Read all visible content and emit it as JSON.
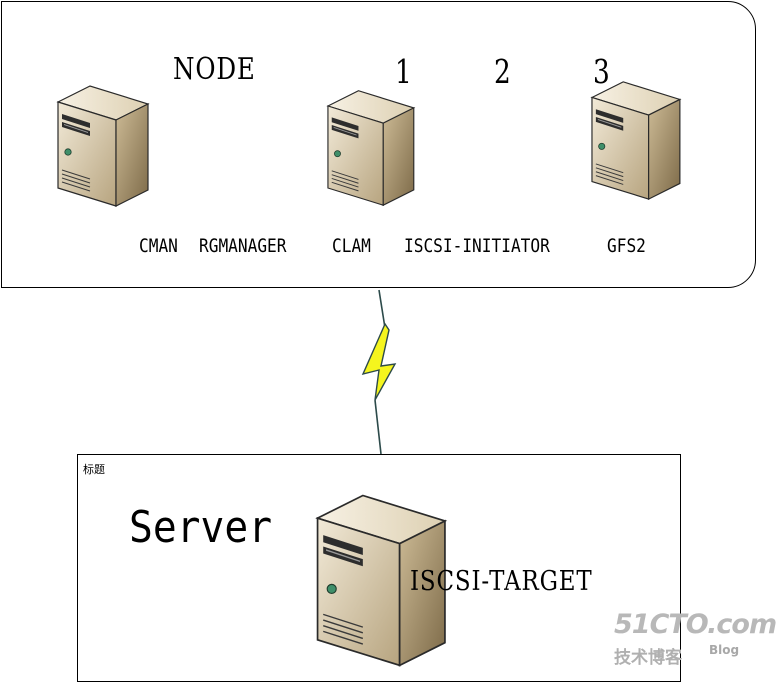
{
  "node_group": {
    "title": "NODE",
    "numbers": [
      "1",
      "2",
      "3"
    ],
    "components": [
      "CMAN",
      "RGMANAGER",
      "CLAM",
      "ISCSI-INITIATOR",
      "GFS2"
    ]
  },
  "server_group": {
    "caption": "标题",
    "title": "Server",
    "target_label": "ISCSI-TARGET"
  },
  "watermark": {
    "site": "51CTO.com",
    "subtitle": "技术博客",
    "blog": "Blog"
  },
  "colors": {
    "server_front": "#c9b99a",
    "server_side": "#a8946f",
    "server_top": "#ede3cd",
    "lightning_fill": "#f5f51e",
    "lightning_stroke": "#2c4a4a"
  },
  "icons": [
    "server-icon",
    "server-icon",
    "server-icon",
    "server-icon",
    "lightning-bolt-icon"
  ]
}
